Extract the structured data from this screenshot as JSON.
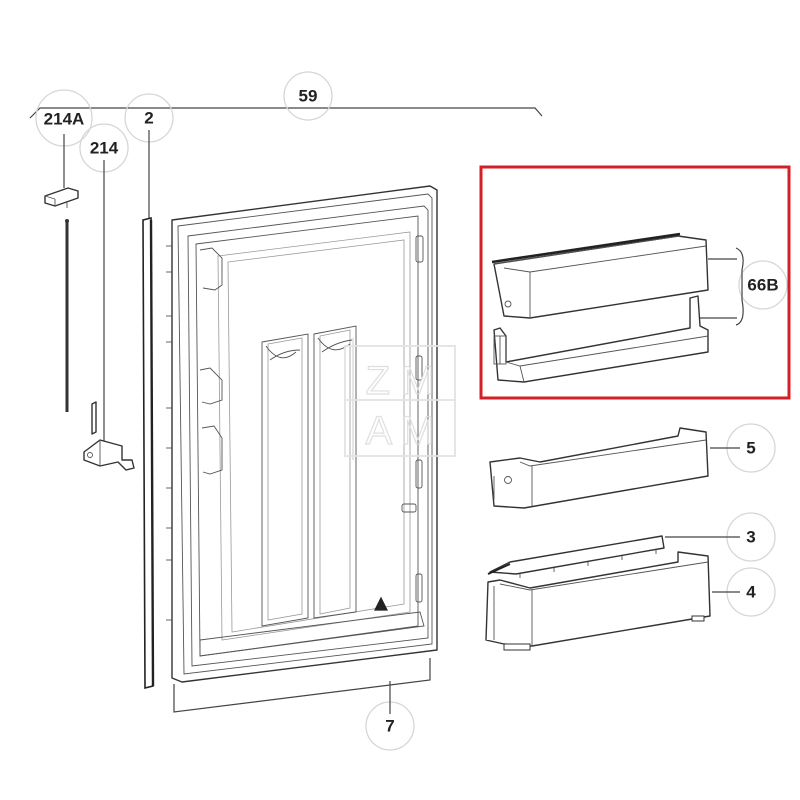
{
  "diagram": {
    "type": "exploded-parts-diagram",
    "subject": "Refrigerator door assembly with door shelves",
    "callouts": [
      {
        "id": "59",
        "label": "59",
        "target": "door assembly (bracket over top)"
      },
      {
        "id": "214A",
        "label": "214A",
        "target": "top hinge cap"
      },
      {
        "id": "214",
        "label": "214",
        "target": "bottom hinge bracket"
      },
      {
        "id": "2",
        "label": "2",
        "target": "door gasket strip"
      },
      {
        "id": "66B",
        "label": "66B",
        "target": "upper door shelf set (highlighted)"
      },
      {
        "id": "5",
        "label": "5",
        "target": "door shelf"
      },
      {
        "id": "3",
        "label": "3",
        "target": "shelf fence / rail"
      },
      {
        "id": "4",
        "label": "4",
        "target": "lower door bin"
      },
      {
        "id": "7",
        "label": "7",
        "target": "door seal (bottom bracket)"
      }
    ],
    "highlight": {
      "label": "66B",
      "color": "#d31f26"
    },
    "watermark": {
      "line1": "Z M",
      "line2": "A M"
    }
  },
  "colors": {
    "background": "#ffffff",
    "lines": "#333333",
    "callout_circle": "#d6d6d6",
    "highlight": "#d31f26"
  }
}
